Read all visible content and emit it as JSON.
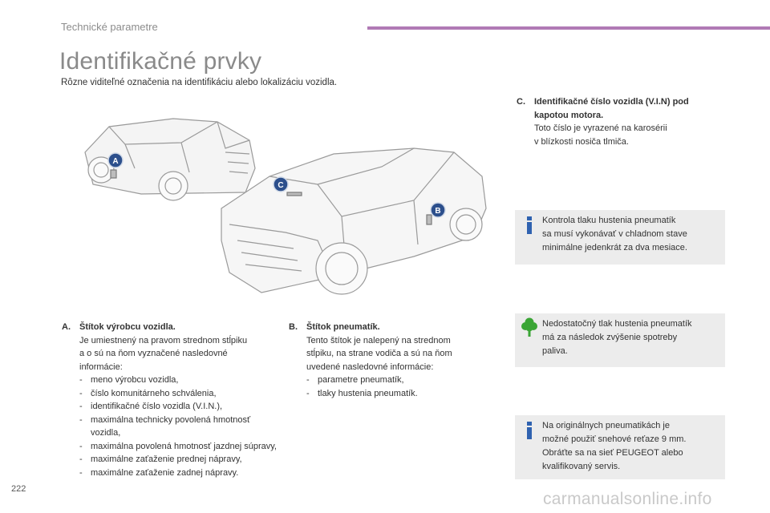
{
  "header": {
    "section_label": "Technické parametre",
    "accent_color": "#b07ab5"
  },
  "page": {
    "title": "Identifikačné prvky",
    "subtitle": "Rôzne viditeľné označenia na identifikáciu alebo lokalizáciu vozidla.",
    "number": "222"
  },
  "illustration": {
    "marker_a": "A",
    "marker_b": "B",
    "marker_c": "C",
    "marker_color": "#2c4f8c"
  },
  "section_a": {
    "letter": "A.",
    "title": "Štítok výrobcu vozidla.",
    "lines": [
      "Je umiestnený na pravom strednom stĺpiku",
      "a o sú na ňom vyznačené nasledovné",
      "informácie:"
    ],
    "items": [
      "meno výrobcu vozidla,",
      "číslo komunitárneho schválenia,",
      "identifikačné číslo vozidla (V.I.N.),",
      "maximálna technicky povolená hmotnosť vozidla,",
      "maximálna povolená hmotnosť jazdnej súpravy,",
      "maximálne zaťaženie prednej nápravy,",
      "maximálne zaťaženie zadnej nápravy."
    ]
  },
  "section_b": {
    "letter": "B.",
    "title": "Štítok pneumatík.",
    "lines": [
      "Tento štítok je nalepený na strednom",
      "stĺpiku, na strane vodiča a sú na ňom",
      "uvedené nasledovné informácie:"
    ],
    "items": [
      "parametre pneumatík,",
      "tlaky hustenia pneumatík."
    ]
  },
  "section_c": {
    "letter": "C.",
    "title_line1": "Identifikačné číslo vozidla (V.I.N) pod",
    "title_line2": "kapotou motora.",
    "lines": [
      "Toto číslo je vyrazené na karosérii",
      "v blízkosti nosiča tlmiča."
    ]
  },
  "notes": [
    {
      "icon": "info-icon",
      "lines": [
        "Kontrola tlaku hustenia pneumatík",
        "sa musí vykonávať v chladnom stave",
        "minimálne jedenkrát za dva mesiace."
      ]
    },
    {
      "icon": "tree-icon",
      "lines": [
        "Nedostatočný tlak hustenia pneumatík",
        "má za následok zvýšenie spotreby",
        "paliva."
      ]
    },
    {
      "icon": "info-icon",
      "lines": [
        "Na originálnych pneumatikách je",
        "možné použiť snehové reťaze 9 mm.",
        "Obráťte sa na sieť PEUGEOT alebo",
        "kvalifikovaný servis."
      ]
    }
  ],
  "colors": {
    "info_icon": "#2f62b0",
    "eco_icon": "#3aa535",
    "note_bg": "#ececec"
  },
  "watermark": "carmanualsonline.info"
}
